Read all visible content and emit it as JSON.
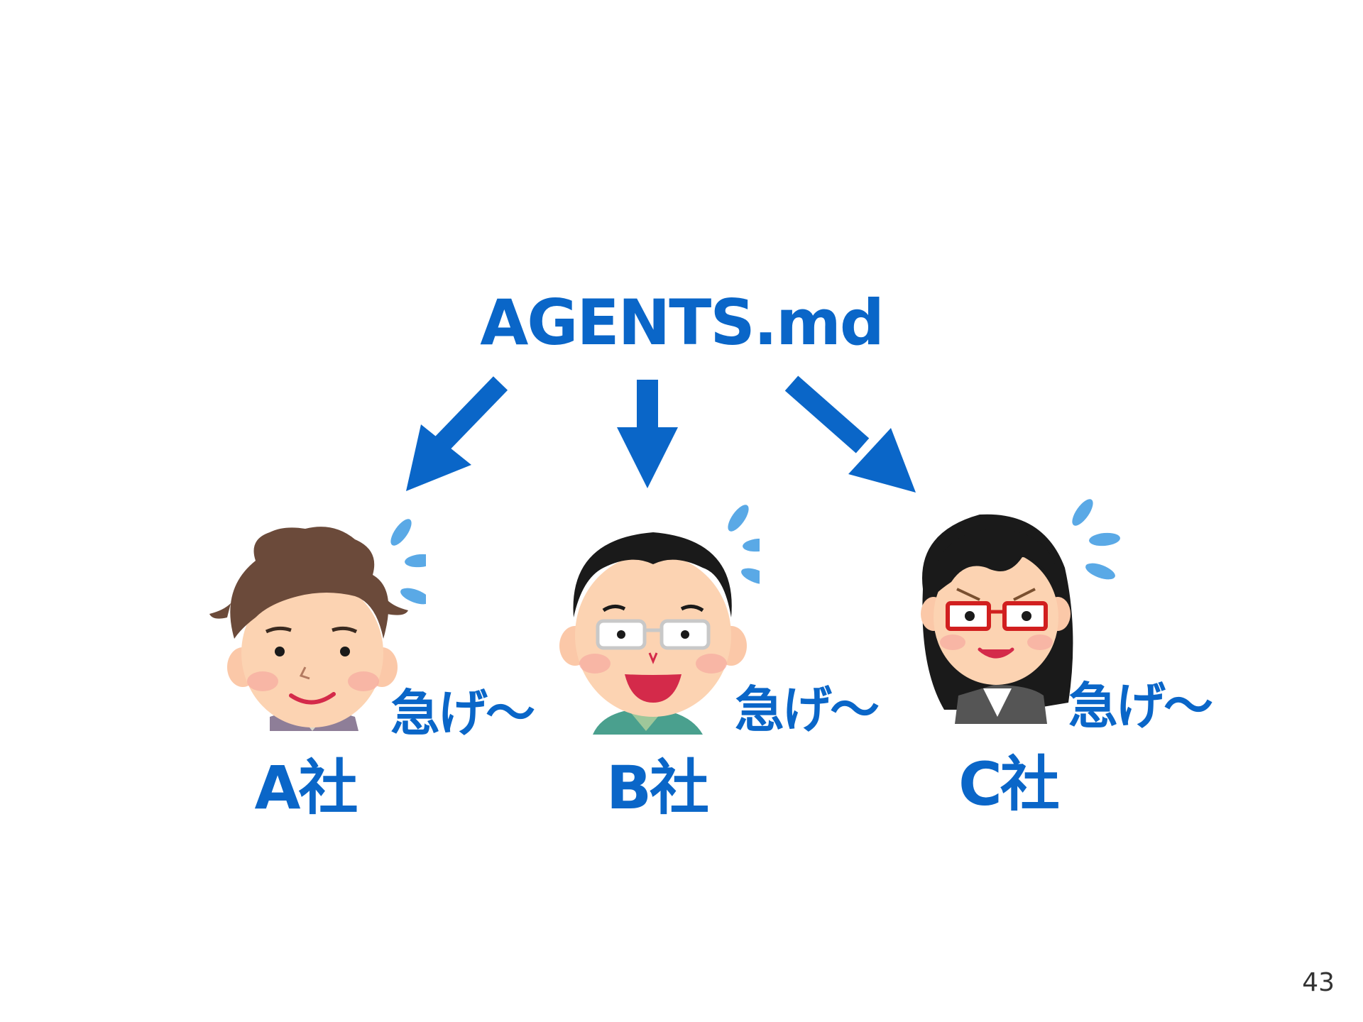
{
  "diagram": {
    "title": "AGENTS.md",
    "accent_color": "#0a66c8",
    "sweat_color": "#5aa9e6",
    "companies": [
      {
        "label": "A社",
        "speech": "急げ〜",
        "avatar_icon": "brown-hair-man-avatar-icon"
      },
      {
        "label": "B社",
        "speech": "急げ〜",
        "avatar_icon": "glasses-man-avatar-icon"
      },
      {
        "label": "C社",
        "speech": "急げ〜",
        "avatar_icon": "glasses-woman-avatar-icon"
      }
    ],
    "arrow_icon": "arrow-icon",
    "sweat_icon": "sweat-drops-icon"
  },
  "page": {
    "number": "43"
  }
}
